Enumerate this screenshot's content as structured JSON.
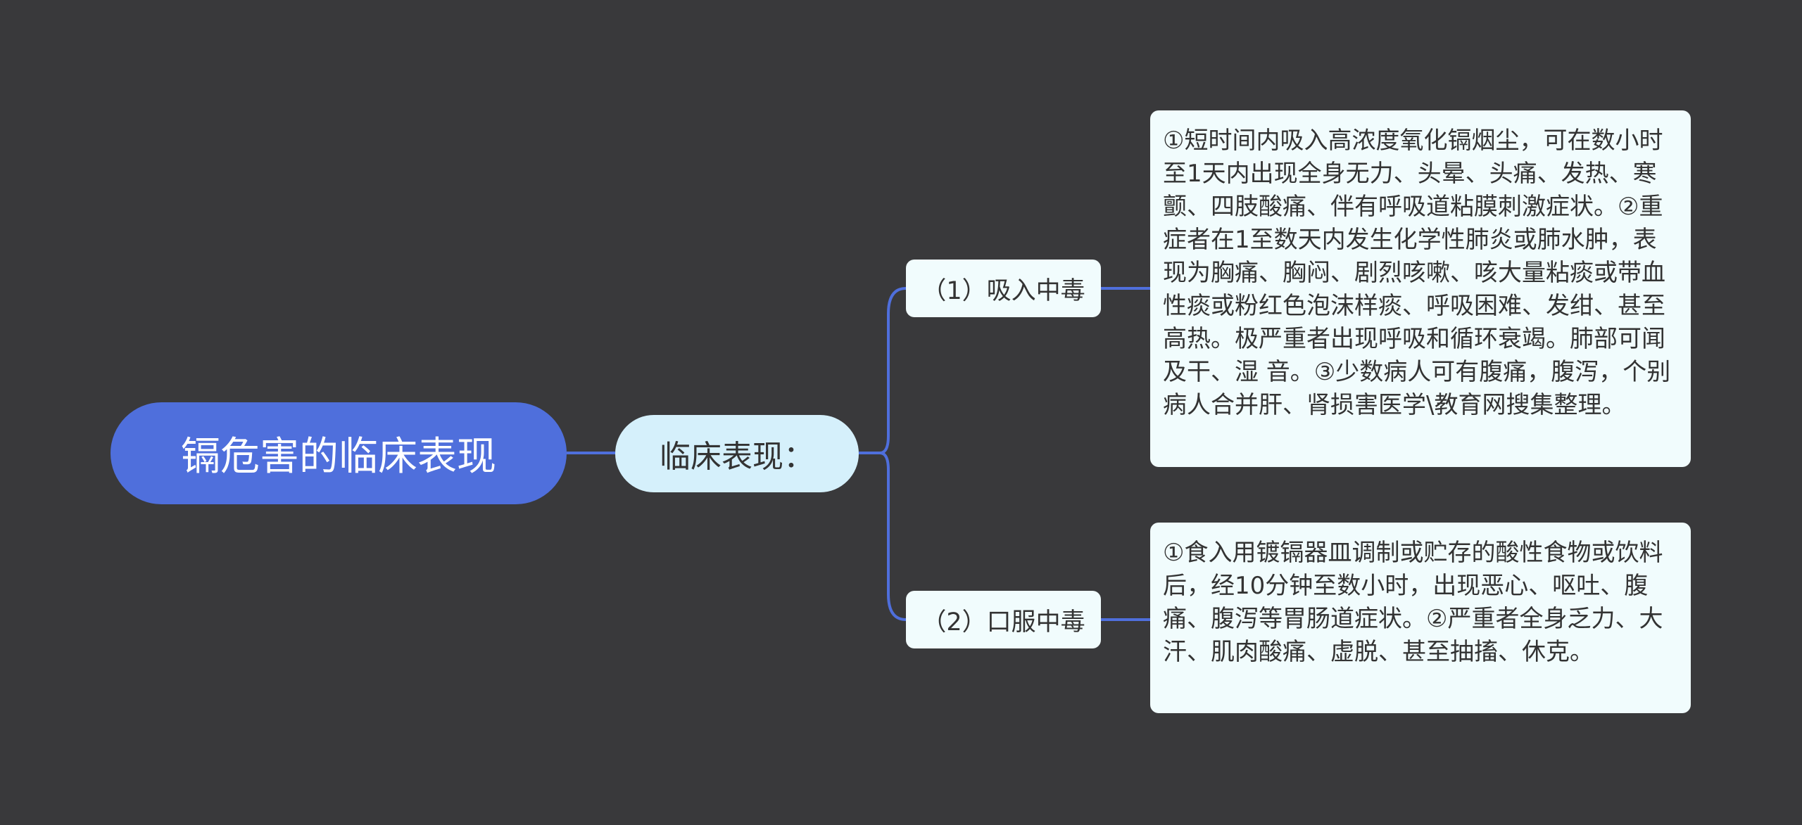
{
  "mindmap": {
    "root": {
      "label": "镉危害的临床表现"
    },
    "level1": {
      "label": "临床表现："
    },
    "branches": [
      {
        "label": "（1）吸入中毒",
        "detail": "①短时间内吸入高浓度氧化镉烟尘，可在数小时至1天内出现全身无力、头晕、头痛、发热、寒颤、四肢酸痛、伴有呼吸道粘膜刺激症状。②重症者在1至数天内发生化学性肺炎或肺水肿，表现为胸痛、胸闷、剧烈咳嗽、咳大量粘痰或带血性痰或粉红色泡沫样痰、呼吸困难、发绀、甚至高热。极严重者出现呼吸和循环衰竭。肺部可闻及干、湿 音。③少数病人可有腹痛，腹泻，个别病人合并肝、肾损害医学\\教育网搜集整理。"
      },
      {
        "label": "（2）口服中毒",
        "detail": "①食入用镀镉器皿调制或贮存的酸性食物或饮料后，经10分钟至数小时，出现恶心、呕吐、腹痛、腹泻等胃肠道症状。②严重者全身乏力、大汗、肌肉酸痛、虚脱、甚至抽搐、休克。"
      }
    ]
  },
  "colors": {
    "background": "#39393b",
    "root_fill": "#4f6fdc",
    "level1_fill": "#d5f0fb",
    "leaf_fill": "#f1fcfd",
    "connector": "#4f6fdc"
  }
}
